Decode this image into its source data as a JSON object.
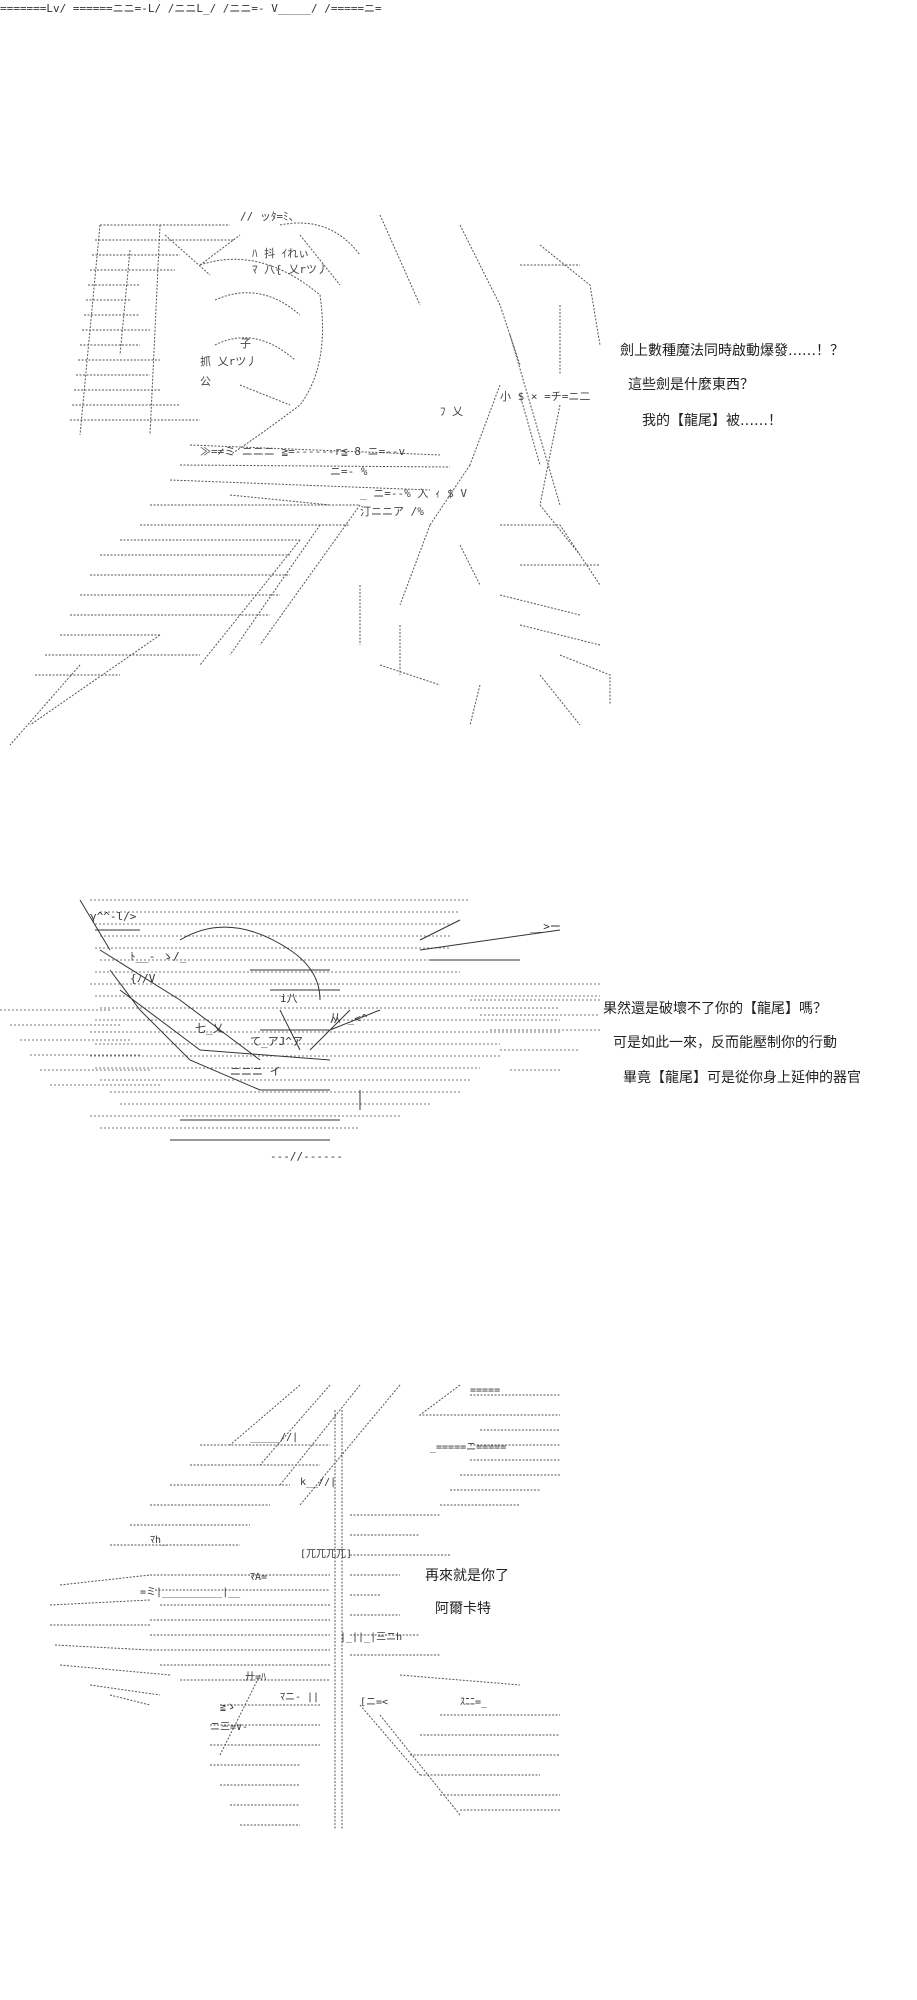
{
  "header": {
    "ascii_line": "=======Lv/ ======ニニ=-L/ /ニニL_/ /ニニ=- V_____/ /=====ニ="
  },
  "panel1": {
    "ascii_fragments": [
      "// ッﾀ=ﾐ、",
      "ﾊ 抖 ｲれぃ",
      "ﾏ 八{ 乂rツ丿",
      "抓 乂rツ丿",
      "子",
      "公",
      "≫=≠ミ ニニニ ≧=------r≦ 8 ニ=--v",
      "ニ=- %",
      "_ ニ=--% 入 ｨ $ V",
      "汀ニニア /%",
      "ﾌ 乂",
      "小 $ × =チ=ニ二"
    ],
    "lines": [
      "劍上數種魔法同時啟動爆發……！？",
      "這些劍是什麼東西？",
      "我的【龍尾】被……！"
    ]
  },
  "panel2": {
    "ascii_fragments": [
      "__>ー",
      "七_乂",
      "{ﾉ/V",
      "γ^^‐l/>",
      "ﾄ__‐ ゝ/_",
      "i八",
      "从 _<^",
      "て_アJ^ア",
      "ニニニ イ",
      "---//------"
    ],
    "lines": [
      "果然還是破壞不了你的【龍尾】嗎？",
      "可是如此一來，反而能壓制你的行動",
      "畢竟【龍尾】可是從你身上延伸的器官"
    ]
  },
  "panel3": {
    "ascii_fragments": [
      "=====",
      "_=====ニ=====",
      "_____//|",
      "k__//|",
      "[兀兀兀兀]",
      "ﾏh_",
      "=ミ|__________|__",
      "ﾏA=",
      "|_||_|三ニh",
      "≧ゝ",
      "ニ三=∨-",
      "廾=ﾊ",
      "ﾏニ- ||",
      "[ニ=<",
      "ｽﾆﾆ=_"
    ],
    "lines": [
      "再來就是你了",
      "阿爾卡特"
    ]
  }
}
